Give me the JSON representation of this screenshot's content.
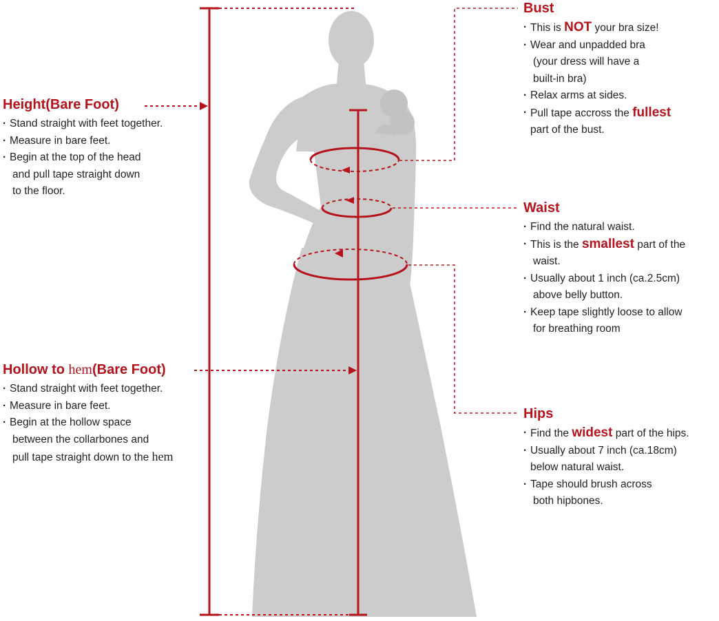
{
  "colors": {
    "accent": "#b5121b",
    "silhouette": "#cccccc",
    "text": "#222222"
  },
  "height": {
    "title": "Height(Bare Foot)",
    "items": [
      "Stand straight with feet together.",
      "Measure in bare feet.",
      "Begin at the top of the head",
      "and pull tape straight down",
      "to the floor."
    ]
  },
  "hollow": {
    "title_a": "Hollow to ",
    "title_b": "hem",
    "title_c": "(Bare Foot)",
    "items": [
      "Stand straight with feet together.",
      "Measure in bare feet.",
      "Begin at the hollow space",
      "between the collarbones and",
      "pull tape straight down to the "
    ],
    "last_word": "hem"
  },
  "bust": {
    "title": "Bust",
    "i1_a": "This is ",
    "i1_hl": "NOT",
    "i1_b": " your bra size!",
    "i2_a": "Wear and unpadded bra",
    "i2_b": "(your dress will have a",
    "i2_c": "built-in bra)",
    "i3": "Relax arms at sides.",
    "i4_a": "Pull tape accross the ",
    "i4_hl": "fullest",
    "i4_b": "part of the bust."
  },
  "waist": {
    "title": "Waist",
    "i1": "Find the natural waist.",
    "i2_a": "This is the ",
    "i2_hl": "smallest",
    "i2_b": " part of the",
    "i2_c": "waist.",
    "i3_a": "Usually about 1 inch (ca.2.5cm)",
    "i3_b": "above belly button.",
    "i4_a": "Keep tape slightly loose to allow",
    "i4_b": "for breathing room"
  },
  "hips": {
    "title": "Hips",
    "i1_a": "Find the ",
    "i1_hl": "widest",
    "i1_b": " part of the hips.",
    "i2_a": "Usually about 7 inch (ca.18cm)",
    "i2_b": "below natural waist.",
    "i3_a": "Tape should brush across",
    "i3_b": "both hipbones."
  }
}
